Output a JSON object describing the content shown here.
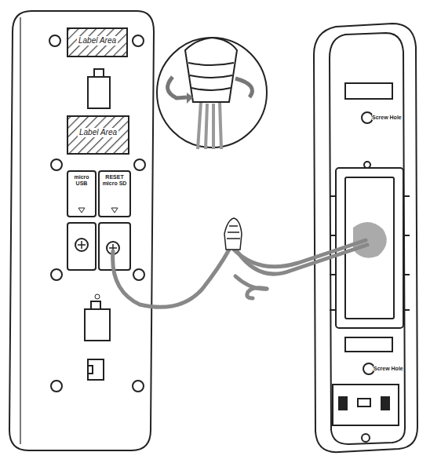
{
  "diagram": {
    "nodes": [
      {
        "text": [
          "Label Area"
        ]
      },
      {
        "text": [
          "Label Area"
        ]
      },
      {
        "text": [
          "micro USB"
        ]
      },
      {
        "text": [
          "RESET micro SD"
        ]
      }
    ],
    "labels": [
      "Screw Hole",
      "Screw Hole"
    ]
  }
}
